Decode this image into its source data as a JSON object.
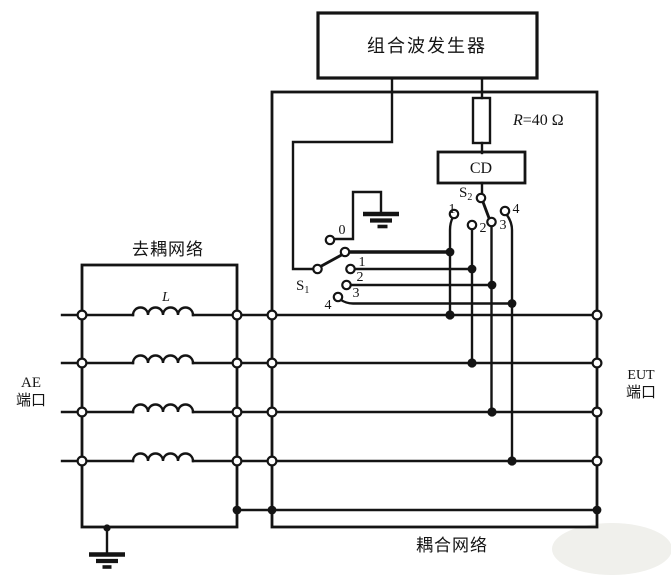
{
  "generator": {
    "label": "组合波发生器"
  },
  "resistor": {
    "symbol": "R",
    "value": "=40 Ω"
  },
  "cd": {
    "label": "CD"
  },
  "switch1": {
    "name": "S",
    "sub": "1",
    "positions": [
      "0",
      "1",
      "2",
      "3",
      "4"
    ]
  },
  "switch2": {
    "name": "S",
    "sub": "2",
    "positions": [
      "1",
      "2",
      "3",
      "4"
    ]
  },
  "decoupling": {
    "label": "去耦网络"
  },
  "coupling": {
    "label": "耦合网络"
  },
  "inductor": {
    "label": "L"
  },
  "ae_port": {
    "line1": "AE",
    "line2": "端口"
  },
  "eut_port": {
    "line1": "EUT",
    "line2": "端口"
  },
  "colors": {
    "ink": "#141414",
    "background": "#ffffff"
  }
}
